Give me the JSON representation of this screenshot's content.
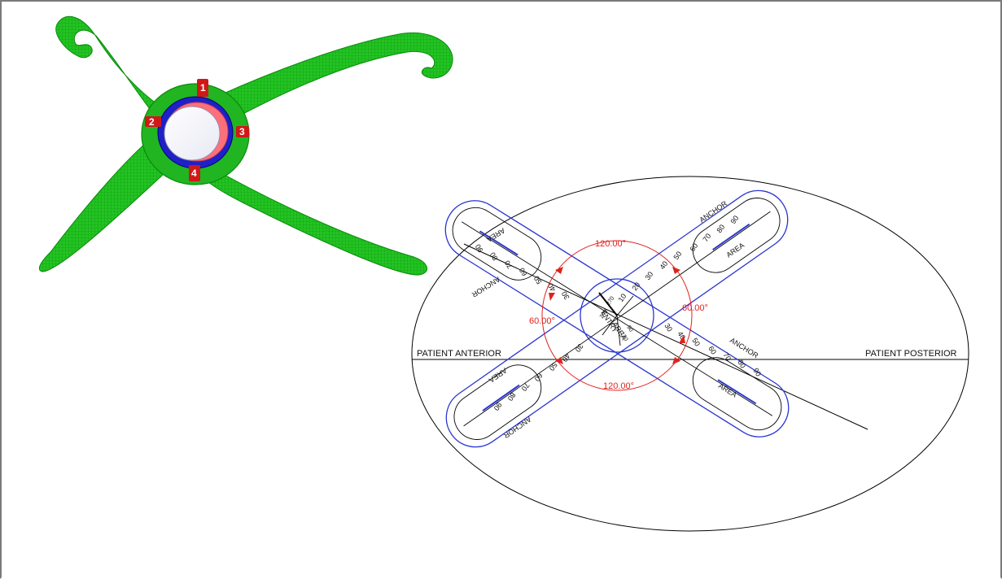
{
  "labels": {
    "anterior": "PATIENT ANTERIOR",
    "posterior": "PATIENT POSTERIOR",
    "angle_top": "120.00°",
    "angle_bottom": "120.00°",
    "angle_left": "60.00°",
    "angle_right": "60.00°",
    "entry": "ENTRY",
    "entry_area": "AREA",
    "anchor": "ANCHOR",
    "area": "AREA",
    "center_ticks": [
      "270",
      "240",
      "90",
      "120"
    ]
  },
  "scales": {
    "upper_right": [
      "10",
      "20",
      "30",
      "40",
      "50",
      "60",
      "70",
      "80",
      "90"
    ],
    "lower_right": [
      "30",
      "40",
      "50",
      "60",
      "70",
      "80",
      "90"
    ],
    "lower_left": [
      "30",
      "40",
      "50",
      "60",
      "70",
      "80",
      "90"
    ],
    "upper_left": [
      "30",
      "40",
      "50",
      "60",
      "70",
      "80",
      "90"
    ]
  },
  "device_marks": [
    "1",
    "2",
    "3",
    "4"
  ],
  "colors": {
    "frame": "#7a7a7a",
    "device_green": "#1fbf1f",
    "outline_blue": "#2a36d0",
    "angle_red": "#e0221e",
    "ring_pink": "#ff6f7a"
  }
}
